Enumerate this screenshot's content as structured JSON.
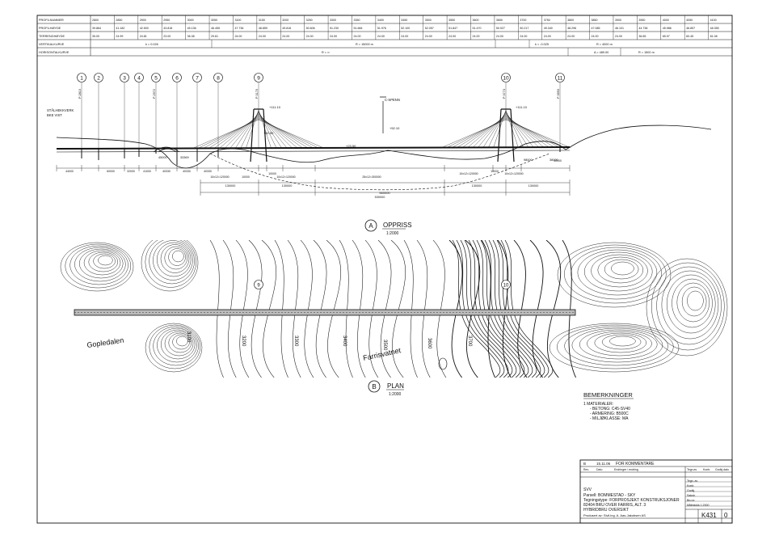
{
  "profile_table": {
    "row_labels": [
      "PROFILNUMMER",
      "PROFILHØYDE",
      "TERRENGHØYDE",
      "VERTIKALKURVE",
      "HORISONTALKURVE"
    ],
    "profile_numbers": [
      "2800",
      "2850",
      "2900",
      "2950",
      "3000",
      "3050",
      "3100",
      "3150",
      "3200",
      "3250",
      "3300",
      "3350",
      "3400",
      "3450",
      "3500",
      "3550",
      "3600",
      "3650",
      "3700",
      "3750",
      "3800",
      "3850",
      "3900",
      "3950",
      "4000",
      "4050",
      "4100"
    ],
    "profile_heights": [
      "39.864",
      "41.182",
      "42.500",
      "43.818",
      "45.136",
      "46.455",
      "47.736",
      "48.859",
      "49.816",
      "50.606",
      "51.230",
      "51.684",
      "51.976",
      "52.100",
      "52.057",
      "51.847",
      "51.470",
      "50.927",
      "50.217",
      "49.340",
      "48.296",
      "47.085",
      "46.101",
      "44.738",
      "45.986",
      "46.857",
      "48.355"
    ],
    "terrain_heights": [
      "35.00",
      "24.99",
      "24.81",
      "23.00",
      "36.38",
      "29.61",
      "24.00",
      "24.00",
      "24.00",
      "24.00",
      "24.00",
      "24.00",
      "24.00",
      "24.00",
      "24.00",
      "24.00",
      "24.00",
      "24.00",
      "24.00",
      "24.00",
      "24.00",
      "24.00",
      "24.00",
      "36.65",
      "65.97",
      "60.45",
      "81.08"
    ],
    "vertical_curve": [
      "k = 0.026",
      "R = 15000 m",
      "k = -0.025",
      "R = 4000 m"
    ],
    "horizontal_curve": [
      "R = ∞",
      "A = 489.00",
      "R = 1500 m"
    ]
  },
  "elevation": {
    "axis_labels": [
      "1",
      "2",
      "3",
      "4",
      "5",
      "6",
      "7",
      "8",
      "9",
      "10",
      "11"
    ],
    "profile_labels": [
      "P 2810",
      "P 2972",
      "P 3170",
      "P 3773",
      "P 3993"
    ],
    "steel_label": [
      "STÅLHEKKVERK",
      "BKE VIST"
    ],
    "span_label": "C-SPENN",
    "levels": [
      "+111.10",
      "+111.10",
      "+52.50",
      "+52.10",
      "+23.50"
    ],
    "spans": [
      "44000",
      "60000",
      "32000",
      "41000",
      "40330",
      "40330",
      "40330",
      "10x12=120000",
      "10000",
      "10000",
      "10x12=120000",
      "25x12=300000",
      "10x12=120000",
      "10000",
      "10x12=120000",
      "40000"
    ],
    "small_dims": [
      "45000",
      "33369",
      "98000",
      "38000"
    ],
    "group_dims": [
      "130000",
      "130000",
      "530000",
      "130000",
      "130000"
    ],
    "total_span": "560000"
  },
  "view_labels": {
    "opriss": {
      "letter": "A",
      "title": "OPPRISS",
      "scale": "1:2000"
    },
    "plan": {
      "letter": "B",
      "title": "PLAN",
      "scale": "1:2000"
    }
  },
  "plan": {
    "contour_labels": [
      "3100",
      "3200",
      "3300",
      "3400",
      "3500",
      "3600",
      "3700"
    ],
    "place_labels": [
      "Gopledalen",
      "Farrisvatnet"
    ],
    "axis_labels": [
      "9",
      "10"
    ]
  },
  "remarks": {
    "heading": "BEMERKNINGER",
    "lines": [
      "1  MATERIALER:",
      "- BETONG: C45-SV40",
      "- ARMERING: B500C",
      "- MILJØKLASSE: MA"
    ]
  },
  "title_block": {
    "revision": {
      "rev": "B",
      "date": "15.11.06",
      "text": "FOR KOMMENTARE"
    },
    "revision_header": [
      "Rev.",
      "Dato",
      "Endringer / endring",
      "Tegn.av",
      "Kontr.",
      "Godkj.dato"
    ],
    "project_lines": [
      "SVV",
      "Parsell: BOMMESTAD - SKY",
      "Tegningstype: FORPROSJEKT KONSTRUKSJONER",
      "82404 BRU OVER FARRIS, ALT. 3",
      "HYBRIDBRU OVERSIKT"
    ],
    "producer": "Produsert av:  Sivil.ing. A. Aas-Jakobsen AS",
    "fields": [
      "Tegn. av",
      "Kontr.",
      "Godkj.",
      "Saksb.",
      "Bru nr.",
      "Målestokk 1:2000"
    ],
    "drawing_no": "K431",
    "rev_no": "0"
  },
  "colors": {
    "ink": "#111111",
    "paper": "#ffffff"
  }
}
